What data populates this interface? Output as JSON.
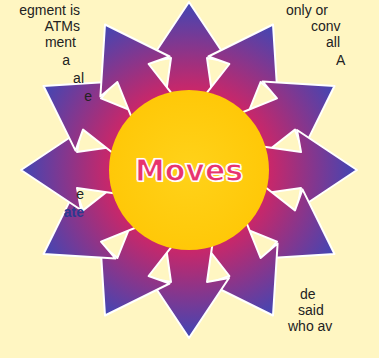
{
  "diagram": {
    "nodes": [
      {
        "text": [
          "Moves"
        ]
      }
    ],
    "labels": [
      "egment is",
      "ATMs",
      "ment",
      "a",
      "al",
      "e",
      "e",
      "ate",
      "only or",
      "conv",
      "all",
      "A",
      "de",
      "said",
      "who av"
    ]
  }
}
